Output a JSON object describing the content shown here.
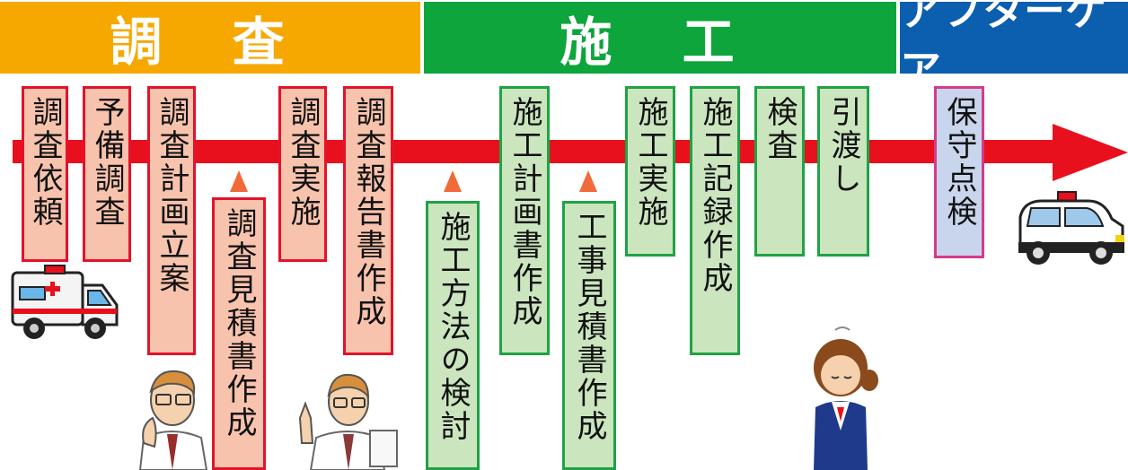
{
  "phases": {
    "survey": {
      "label": "調 査",
      "color": "#f6a800"
    },
    "construction": {
      "label": "施 工",
      "color": "#0ea53c"
    },
    "aftercare": {
      "label": "アフターケア",
      "color": "#0b5fae"
    }
  },
  "steps": {
    "s1": "調査依頼",
    "s2": "予備調査",
    "s3": "調査計画立案",
    "s4": "調査見積書作成",
    "s5": "調査実施",
    "s6": "調査報告書作成",
    "c1": "施工方法の検討",
    "c2": "施工計画書作成",
    "c3": "工事見積書作成",
    "c4": "施工実施",
    "c5": "施工記録作成",
    "c6": "検査",
    "c7": "引渡し",
    "a1": "保守点検"
  },
  "icons": [
    "ambulance-icon",
    "thinking-researcher-icon",
    "presenting-researcher-icon",
    "bowing-staff-icon",
    "patrol-car-icon"
  ],
  "colors": {
    "arrow": "#e8101c",
    "survey_box_fill": "#f8c3ad",
    "construction_box_fill": "#cbe5bf",
    "aftercare_box_fill": "#c9d5ec"
  }
}
